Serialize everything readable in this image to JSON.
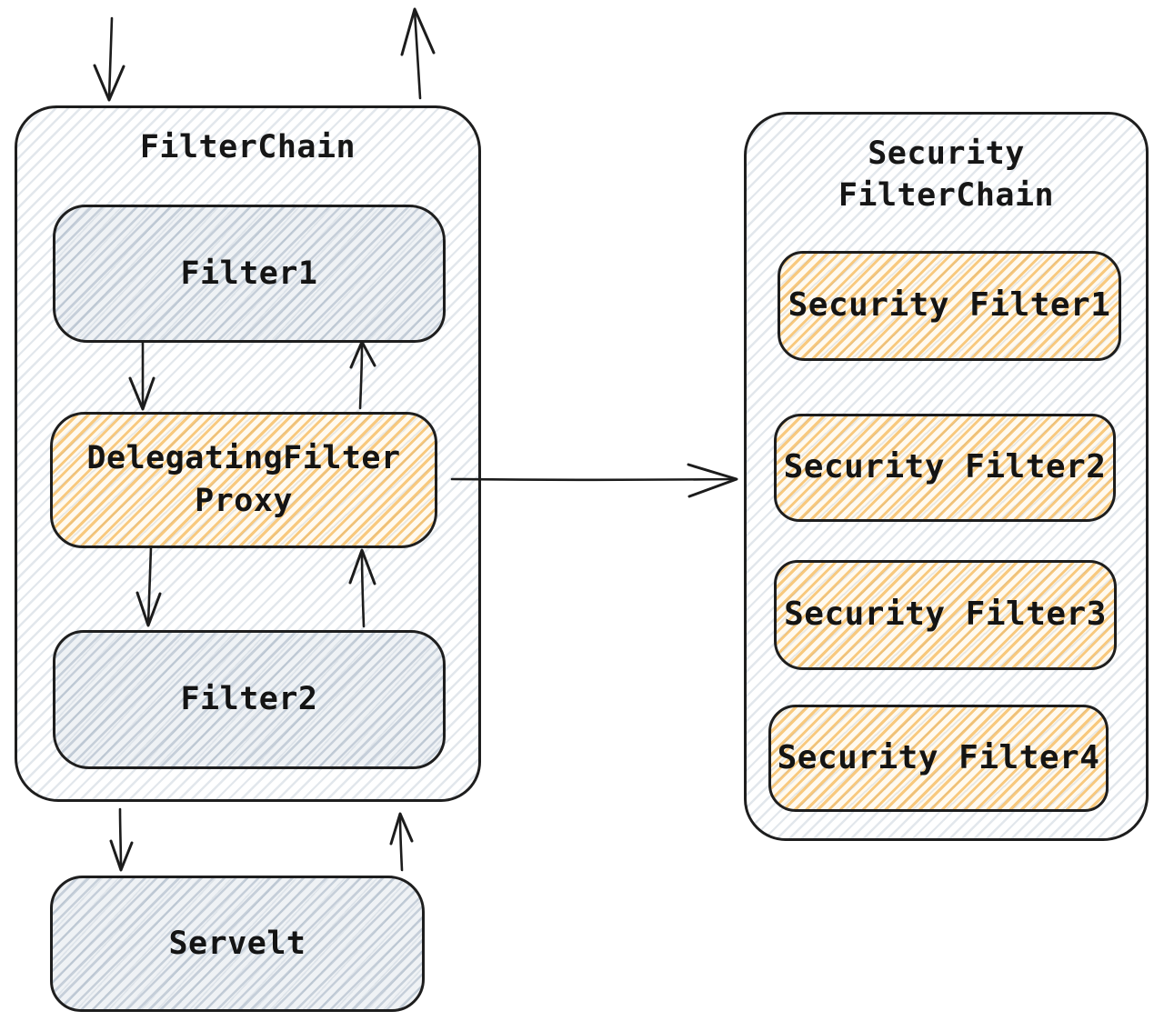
{
  "colors": {
    "border": "#1e1e1e",
    "text": "#141414",
    "accent_orange": "#f2a230",
    "hatch_gray": "#c3ced8"
  },
  "filter_chain": {
    "title": "FilterChain",
    "boxes": [
      {
        "label": "Filter1"
      },
      {
        "label": "DelegatingFilter\nProxy"
      },
      {
        "label": "Filter2"
      }
    ]
  },
  "servlet": {
    "label": "Servelt"
  },
  "security_filter_chain": {
    "title": "Security\nFilterChain",
    "boxes": [
      {
        "label": "Security Filter1"
      },
      {
        "label": "Security Filter2"
      },
      {
        "label": "Security Filter3"
      },
      {
        "label": "Security Filter4"
      }
    ]
  }
}
